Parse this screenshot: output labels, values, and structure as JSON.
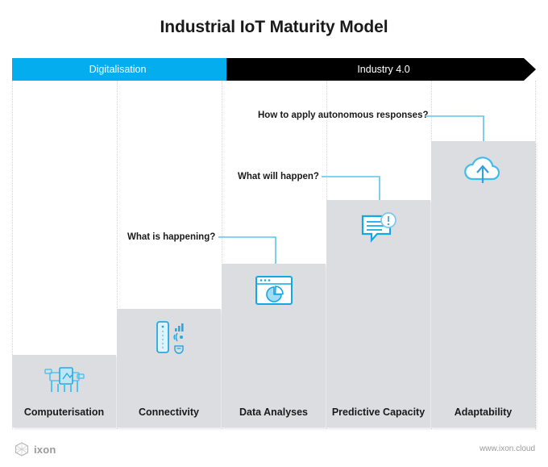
{
  "title": "Industrial IoT Maturity Model",
  "colors": {
    "accent_blue": "#03ADEE",
    "phase_dark": "#000000",
    "bar_gray": "#dcdde1",
    "text_dark": "#1a1a1a",
    "footer_gray": "#9a9a9a",
    "connector_blue": "#5CC5E8"
  },
  "banner": {
    "phases": [
      {
        "label": "Digitalisation",
        "color": "#03ADEE",
        "text_color": "#ffffff"
      },
      {
        "label": "Industry 4.0",
        "color": "#000000",
        "text_color": "#ffffff"
      }
    ]
  },
  "chart_data": {
    "type": "bar",
    "title": "Industrial IoT Maturity Model",
    "xlabel": "",
    "ylabel": "",
    "grid": false,
    "legend": "none",
    "categories": [
      "Computerisation",
      "Connectivity",
      "Data Analyses",
      "Predictive Capacity",
      "Adaptability"
    ],
    "values": [
      1,
      2,
      3,
      4,
      5
    ],
    "annotations": [
      "What is happening?",
      "What will happen?",
      "How to apply autonomous responses?"
    ]
  },
  "stages": [
    {
      "label": "Computerisation",
      "icon": "factory-machine-icon",
      "phase": "Digitalisation"
    },
    {
      "label": "Connectivity",
      "icon": "gateway-signal-icon",
      "phase": "Digitalisation"
    },
    {
      "label": "Data Analyses",
      "icon": "dashboard-piechart-icon",
      "phase": "Industry 4.0"
    },
    {
      "label": "Predictive Capacity",
      "icon": "alert-message-icon",
      "phase": "Industry 4.0"
    },
    {
      "label": "Adaptability",
      "icon": "cloud-upload-icon",
      "phase": "Industry 4.0"
    }
  ],
  "callouts": [
    {
      "text": "What is happening?",
      "target": "Data Analyses"
    },
    {
      "text": "What will happen?",
      "target": "Predictive Capacity"
    },
    {
      "text": "How to apply autonomous responses?",
      "target": "Adaptability"
    }
  ],
  "footer": {
    "brand": "ixon",
    "url": "www.ixon.cloud"
  }
}
